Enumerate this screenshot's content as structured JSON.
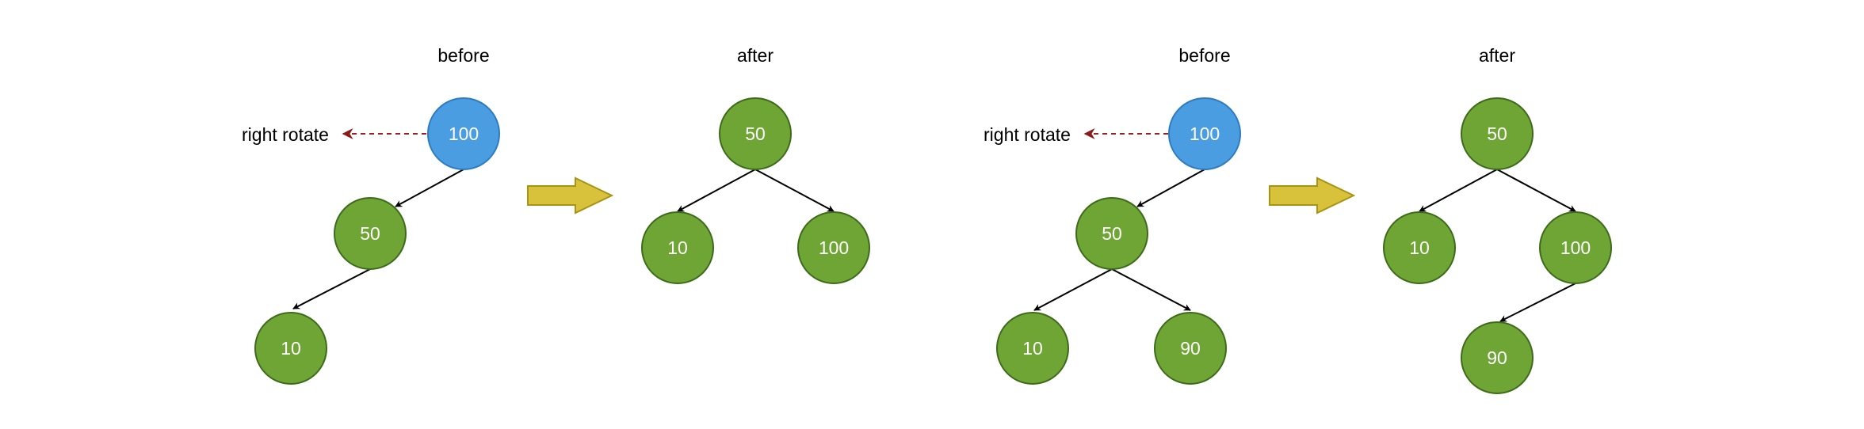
{
  "colors": {
    "root_fill": "#4a9de0",
    "root_stroke": "#2f7bc0",
    "node_fill": "#6ea535",
    "node_stroke": "#3e6b1a",
    "edge": "#000000",
    "rotate_arrow": "#a02020",
    "transition_arrow_fill": "#d9c23b",
    "transition_arrow_stroke": "#a89412"
  },
  "examples": [
    {
      "before": {
        "heading": "before",
        "rotate_label": "right rotate",
        "nodes": [
          {
            "label": "100",
            "role": "root"
          },
          {
            "label": "50"
          },
          {
            "label": "10"
          }
        ]
      },
      "after": {
        "heading": "after",
        "nodes": [
          {
            "label": "50"
          },
          {
            "label": "10"
          },
          {
            "label": "100"
          }
        ]
      }
    },
    {
      "before": {
        "heading": "before",
        "rotate_label": "right rotate",
        "nodes": [
          {
            "label": "100",
            "role": "root"
          },
          {
            "label": "50"
          },
          {
            "label": "10"
          },
          {
            "label": "90"
          }
        ]
      },
      "after": {
        "heading": "after",
        "nodes": [
          {
            "label": "50"
          },
          {
            "label": "10"
          },
          {
            "label": "100"
          },
          {
            "label": "90"
          }
        ]
      }
    }
  ]
}
